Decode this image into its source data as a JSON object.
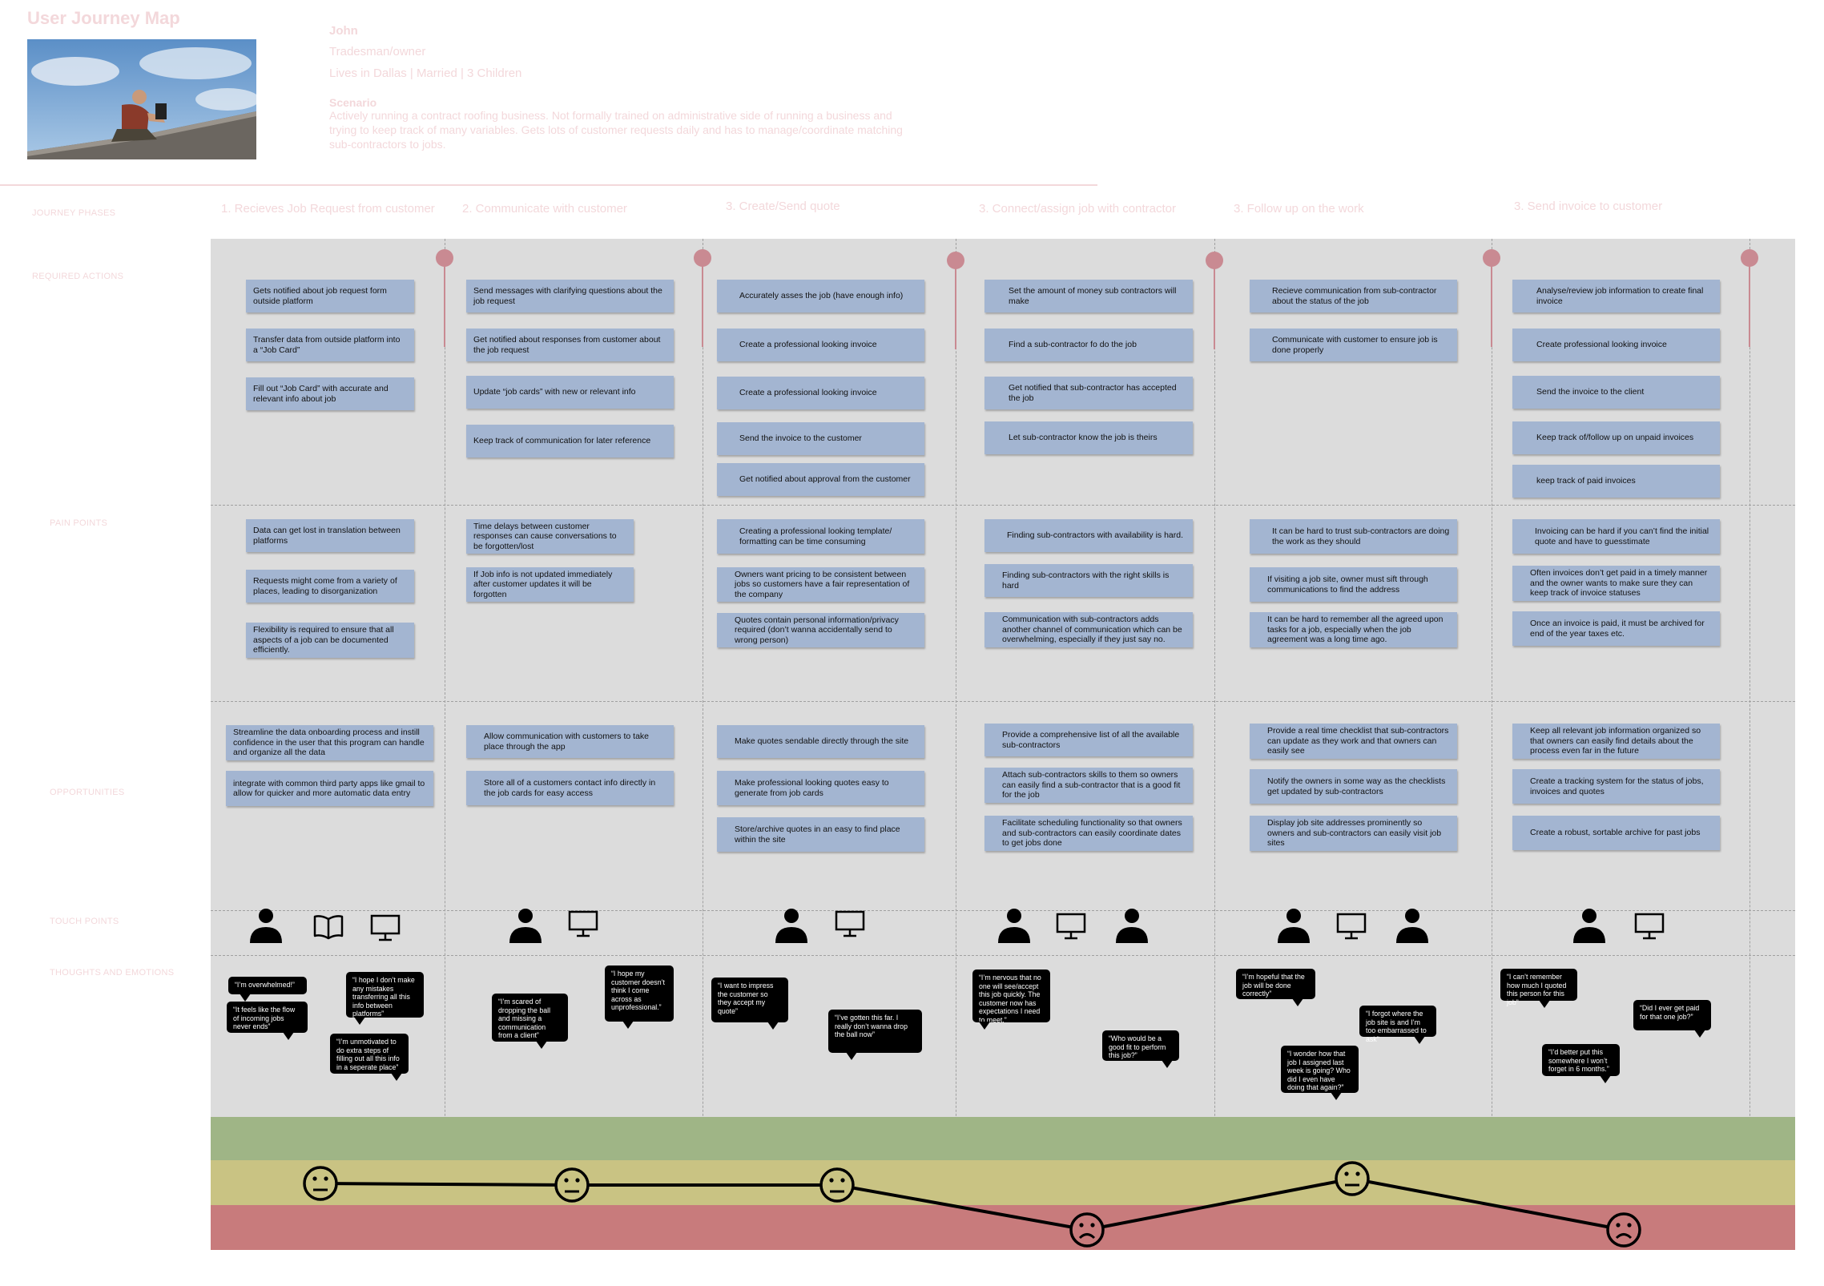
{
  "title": "User Journey Map",
  "persona": {
    "name": "John",
    "role": "Tradesman/owner",
    "demographics": "Lives in Dallas | Married | 3 Children",
    "scenario_label": "Scenario",
    "scenario_text": "Actively running a contract roofing business. Not formally trained on administrative side of running a business and trying to keep track of many variables. Gets lots of customer requests daily and has to manage/coordinate matching sub-contractors to jobs."
  },
  "lanes": {
    "phases": "JOURNEY PHASES",
    "actions": "REQUIRED ACTIONS",
    "pain": "PAIN POINTS",
    "opportunities": "OPPORTUNITIES",
    "touchpoints": "TOUCH POINTS",
    "thoughts": "THOUGHTS AND EMOTIONS"
  },
  "phases": [
    "1. Recieves Job Request from customer",
    "2. Communicate with customer",
    "3. Create/Send quote",
    "3. Connect/assign job with contractor",
    "3. Follow up on the work",
    "3. Send invoice to customer"
  ],
  "actions": [
    [
      "Gets notified about job request form outside platform",
      "Transfer data from outside platform into a “Job Card”",
      "Fill out “Job Card” with accurate and relevant info about job"
    ],
    [
      "Send messages with clarifying questions about the job request",
      "Get notified about responses from customer about the job request",
      "Update “job cards” with new or relevant info",
      "Keep track of communication for later reference"
    ],
    [
      "Accurately asses the job (have enough info)",
      "Create a professional looking invoice",
      "Create a professional looking invoice",
      "Send the invoice to the customer",
      "Get notified about approval from the customer"
    ],
    [
      "Set the amount of money sub contractors will make",
      "Find a sub-contractor fo do the job",
      "Get notified that sub-contractor has accepted the job",
      "Let sub-contractor know the job is theirs"
    ],
    [
      "Recieve communication from sub-contractor about the status of the job",
      "Communicate with customer to ensure job is done properly"
    ],
    [
      "Analyse/review job information to create final invoice",
      "Create professional looking invoice",
      "Send the invoice to the client",
      "Keep track of/follow up on unpaid invoices",
      "keep track of paid invoices"
    ]
  ],
  "pain_points": [
    [
      "Data can get lost in translation between platforms",
      "Requests might come from a variety of places, leading to disorganization",
      "Flexibility is required to ensure that all aspects of a job can be documented efficiently."
    ],
    [
      "Time delays between customer responses can cause conversations to be forgotten/lost",
      "If Job info is not updated immediately after customer updates it will be forgotten"
    ],
    [
      "Creating a professional looking template/ formatting can be time consuming",
      "Owners want pricing to be consistent between jobs so customers have a fair representation of the company",
      "Quotes contain personal information/privacy required (don’t wanna accidentally send to wrong person)"
    ],
    [
      "Finding sub-contractors with availability is hard.",
      "Finding sub-contractors with the right skills is hard",
      "Communication with sub-contractors adds another channel of communication which can be overwhelming, especially if they just say no."
    ],
    [
      "It can be hard to trust sub-contractors are doing the work as they should",
      "If visiting a job site, owner must sift through communications to find the address",
      "It can be hard to remember all the agreed upon tasks for a job, especially when the job agreement was a long time ago."
    ],
    [
      "Invoicing can be hard if you can’t find the initial quote and have to guesstimate",
      "Often invoices don’t get paid in a timely manner and the owner wants to make sure they can keep track of invoice statuses",
      "Once an invoice is paid, it must be archived for end of the year taxes etc."
    ]
  ],
  "opportunities": [
    [
      "Streamline the data onboarding process and instill confidence in the user that this program can handle and organize all the data",
      "integrate with common third party apps like gmail to allow for quicker and more automatic data entry"
    ],
    [
      "Allow communication with customers to take place through the app",
      "Store all of a customers contact info directly in the job cards for easy access"
    ],
    [
      "Make quotes sendable directly through the site",
      "Make professional looking quotes easy to generate from job cards",
      "Store/archive quotes in an easy to find place within the site"
    ],
    [
      "Provide a comprehensive list of all the available sub-contractors",
      "Attach sub-contractors skills to them so owners can easily find a sub-contractor that is a good fit for the job",
      "Facilitate scheduling functionality so that owners and sub-contractors can easily coordinate dates to get jobs done"
    ],
    [
      "Provide a real time checklist that sub-contractors can update as they work and that owners can easily see",
      "Notify the owners in some way as the checklists get updated by sub-contractors",
      "Display job site addresses prominently so owners and sub-contractors can easily visit job sites"
    ],
    [
      "Keep all relevant job information organized so that owners can easily find details about the process even far in the future",
      "Create a tracking system for the status of jobs, invoices and quotes",
      "Create a robust, sortable archive for past jobs"
    ]
  ],
  "touchpoints": [
    [
      "person-icon",
      "book-icon",
      "monitor-icon"
    ],
    [
      "person-icon",
      "monitor-icon"
    ],
    [
      "person-icon",
      "monitor-icon"
    ],
    [
      "person-icon",
      "monitor-icon",
      "person-icon"
    ],
    [
      "person-icon",
      "monitor-icon",
      "person-icon"
    ],
    [
      "person-icon",
      "monitor-icon"
    ]
  ],
  "thoughts": [
    "“I’m overwhelmed!”",
    "“It feels like the flow of incoming jobs never ends”",
    "“I hope I don’t make any mistakes transferring all this info between platforms”",
    "“I’m unmotivated to do extra steps of filling out all this info in a seperate place”",
    "“I’m scared of dropping the ball and missing a communication from a client”",
    "“I hope my customer doesn’t think I come across as unprofessional.”",
    "“I want to impress the customer so they accept my quote”",
    "“I’ve gotten this far. I really don’t wanna drop the ball now”",
    "“I’m nervous that no one will see/accept this job quickly. The customer now has expectations I need to meet.”",
    "“Who would be a good fit to perform this job?”",
    "“I’m hopeful that the job will be done correctly”",
    "“I forgot where the job site is and I’m too embarrassed to ask”",
    "“I wonder how that job I assigned last week is going? Who did I even have doing that again?”",
    "“I can’t remember how much I quoted this person for this job”",
    "“Did I ever get paid for that one job?”",
    "“I’d better put this somewhere I won’t forget in 6 months.”"
  ],
  "emotion_curve": {
    "levels": [
      "neutral",
      "neutral",
      "neutral",
      "sad",
      "neutral",
      "sad"
    ],
    "colors": {
      "positive": "#9fb586",
      "neutral": "#c9c383",
      "negative": "#c87b7c",
      "lane": "#dcdcdc",
      "card": "#a3b5d1",
      "pin": "#c98a92"
    }
  }
}
